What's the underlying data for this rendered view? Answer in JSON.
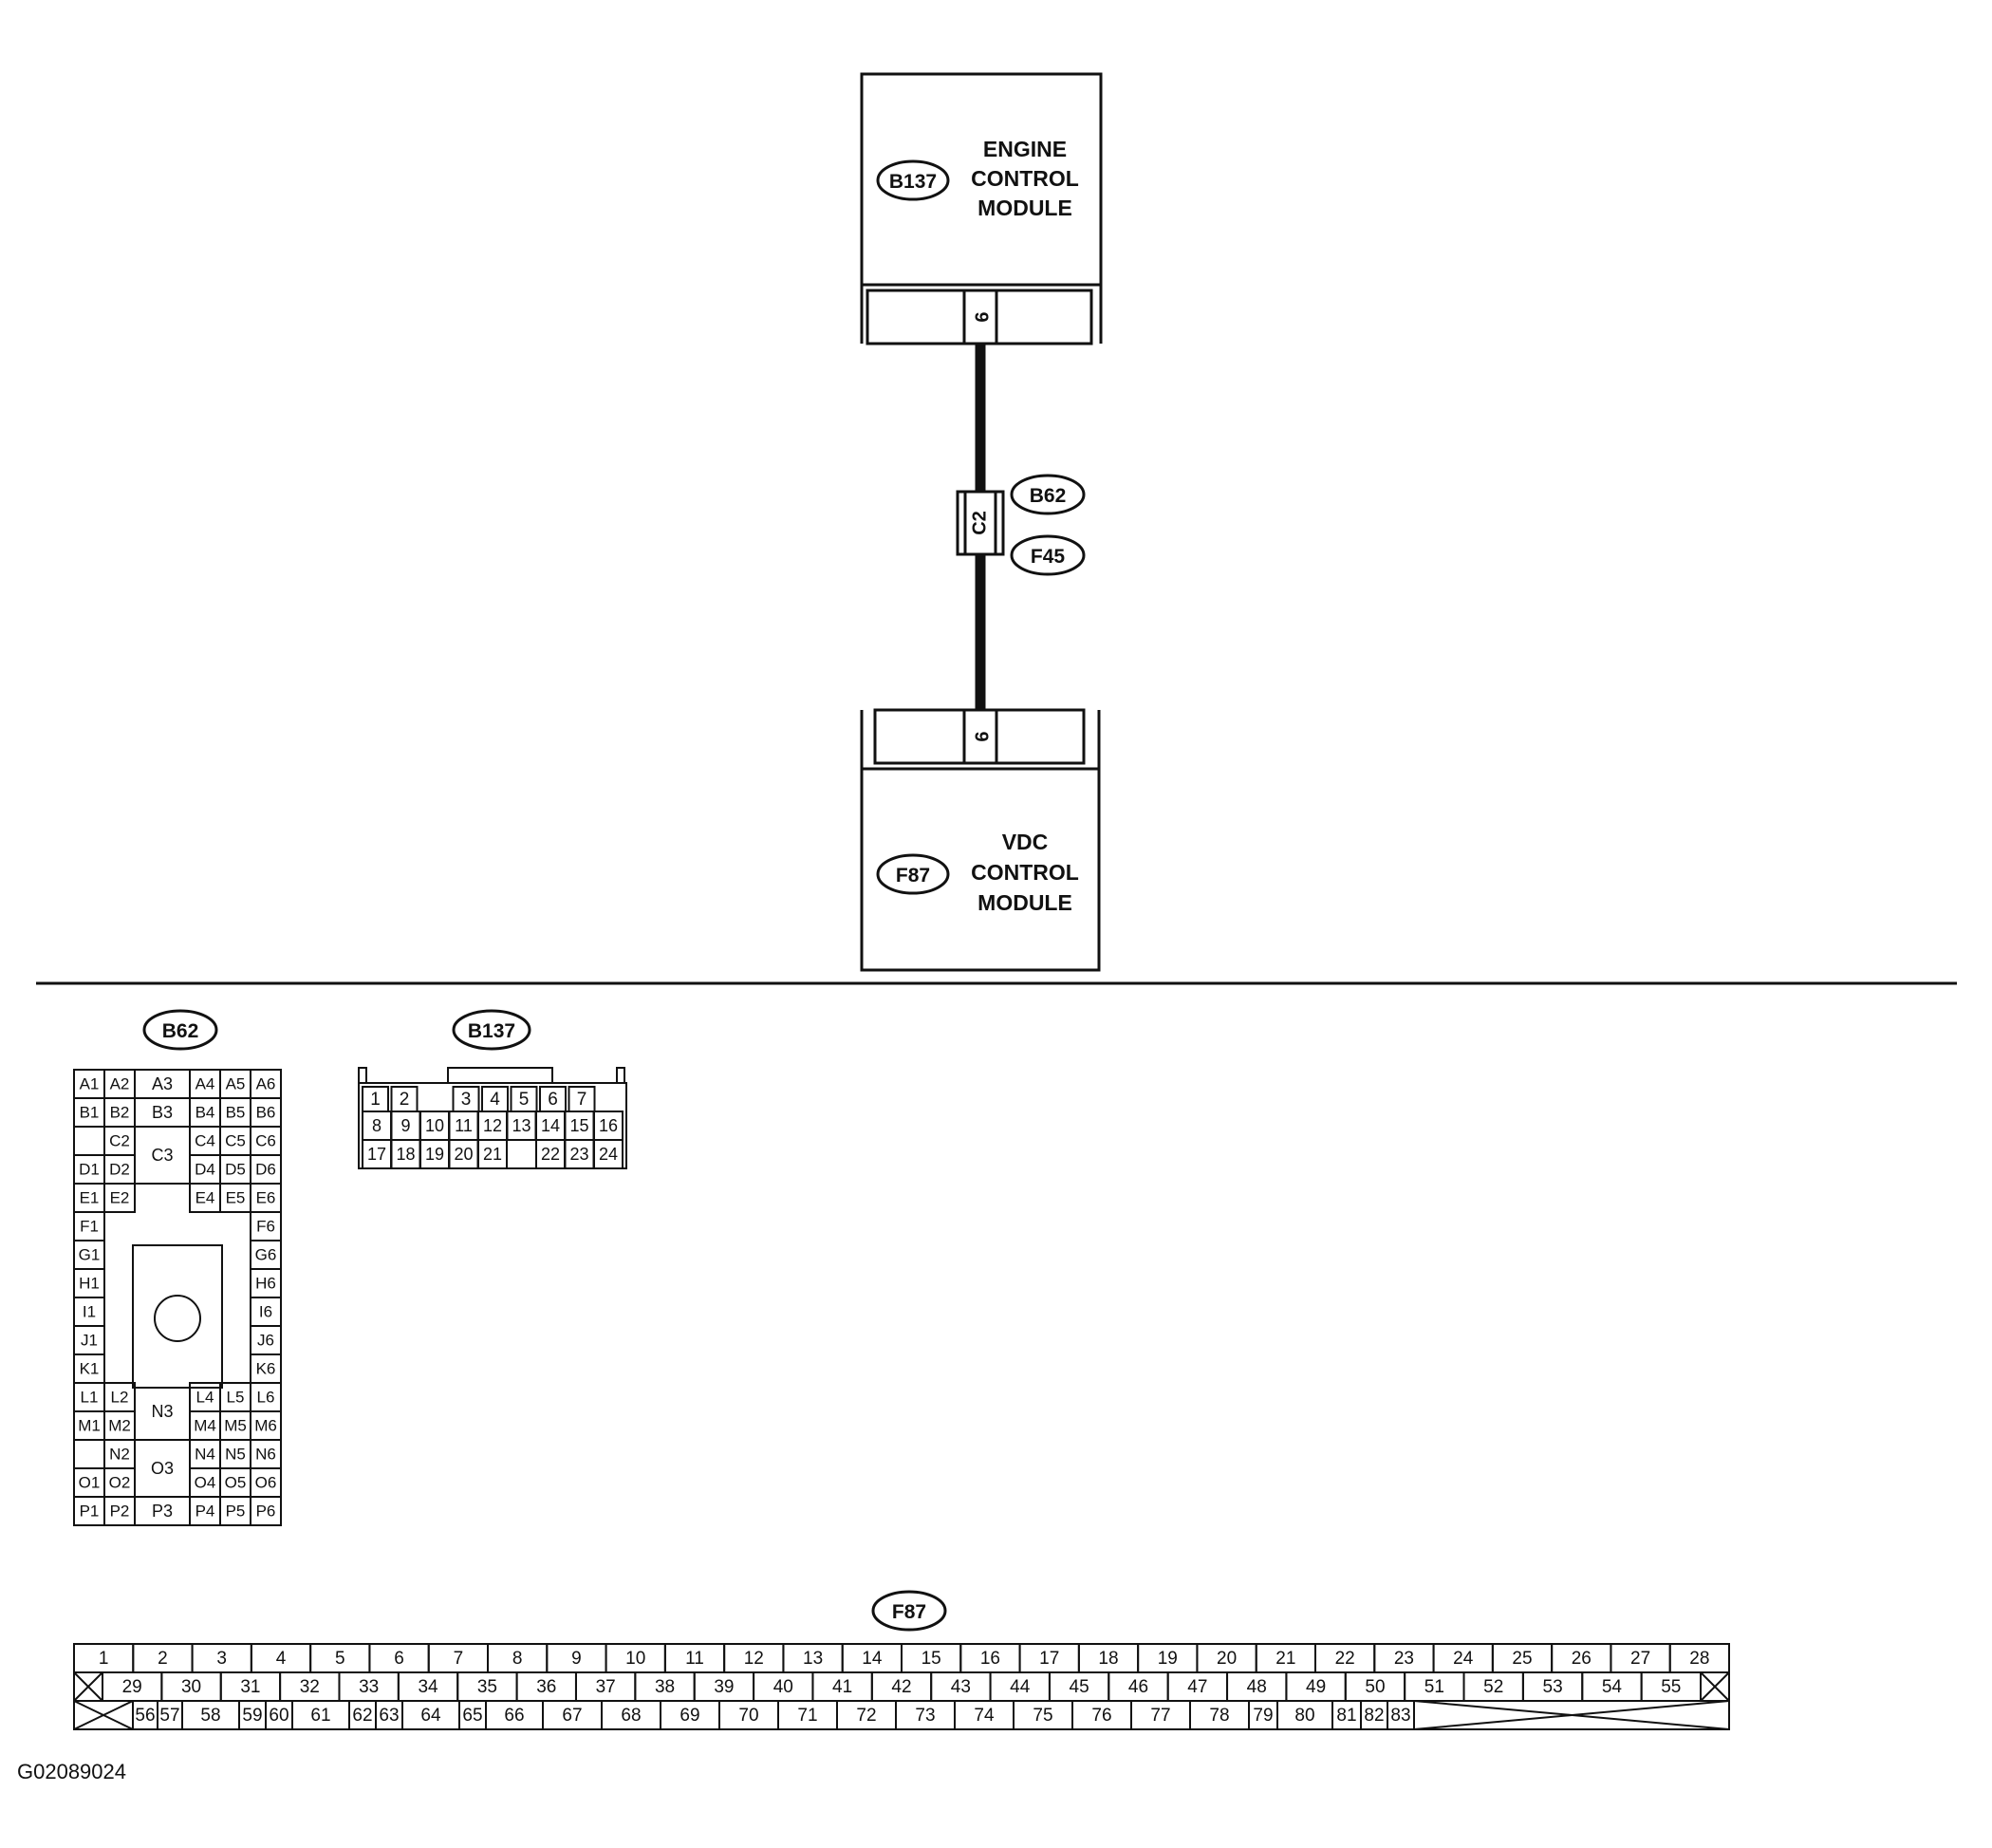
{
  "modules": {
    "ecm": {
      "id": "B137",
      "line1": "ENGINE",
      "line2": "CONTROL",
      "line3": "MODULE",
      "pin": "9"
    },
    "vdc": {
      "id": "F87",
      "line1": "VDC",
      "line2": "CONTROL",
      "line3": "MODULE",
      "pin": "9"
    }
  },
  "junction": {
    "pin": "C2",
    "upper": "B62",
    "lower": "F45"
  },
  "connectors": {
    "b62": {
      "title": "B62",
      "rows": [
        [
          "A1",
          "A2",
          "A3",
          "A4",
          "A5",
          "A6"
        ],
        [
          "B1",
          "B2",
          "B3",
          "B4",
          "B5",
          "B6"
        ],
        [
          "C2",
          "C3",
          "C4",
          "C5",
          "C6"
        ],
        [
          "D1",
          "D2",
          "D4",
          "D5",
          "D6"
        ],
        [
          "E1",
          "E2",
          "E4",
          "E5",
          "E6"
        ],
        [
          "F1",
          "F6"
        ],
        [
          "G1",
          "G6"
        ],
        [
          "H1",
          "H6"
        ],
        [
          "I1",
          "I6"
        ],
        [
          "J1",
          "J6"
        ],
        [
          "K1",
          "K6"
        ],
        [
          "L1",
          "L2",
          "N3",
          "L4",
          "L5",
          "L6"
        ],
        [
          "M1",
          "M2",
          "M4",
          "M5",
          "M6"
        ],
        [
          "N2",
          "O3",
          "N4",
          "N5",
          "N6"
        ],
        [
          "O1",
          "O2",
          "O4",
          "O5",
          "O6"
        ],
        [
          "P1",
          "P2",
          "P3",
          "P4",
          "P5",
          "P6"
        ]
      ]
    },
    "b137": {
      "title": "B137",
      "rows": [
        [
          "1",
          "2",
          "3",
          "4",
          "5",
          "6",
          "7"
        ],
        [
          "8",
          "9",
          "10",
          "11",
          "12",
          "13",
          "14",
          "15",
          "16"
        ],
        [
          "17",
          "18",
          "19",
          "20",
          "21",
          "22",
          "23",
          "24"
        ]
      ]
    },
    "f87": {
      "title": "F87",
      "row1": [
        "1",
        "2",
        "3",
        "4",
        "5",
        "6",
        "7",
        "8",
        "9",
        "10",
        "11",
        "12",
        "13",
        "14",
        "15",
        "16",
        "17",
        "18",
        "19",
        "20",
        "21",
        "22",
        "23",
        "24",
        "25",
        "26",
        "27",
        "28"
      ],
      "row2": [
        "29",
        "30",
        "31",
        "32",
        "33",
        "34",
        "35",
        "36",
        "37",
        "38",
        "39",
        "40",
        "41",
        "42",
        "43",
        "44",
        "45",
        "46",
        "47",
        "48",
        "49",
        "50",
        "51",
        "52",
        "53",
        "54",
        "55"
      ],
      "row3": [
        "56",
        "57",
        "58",
        "59",
        "60",
        "61",
        "62",
        "63",
        "64",
        "65",
        "66",
        "67",
        "68",
        "69",
        "70",
        "71",
        "72",
        "73",
        "74",
        "75",
        "76",
        "77",
        "78",
        "79",
        "80",
        "81",
        "82",
        "83"
      ]
    }
  },
  "figure_code": "G02089024"
}
